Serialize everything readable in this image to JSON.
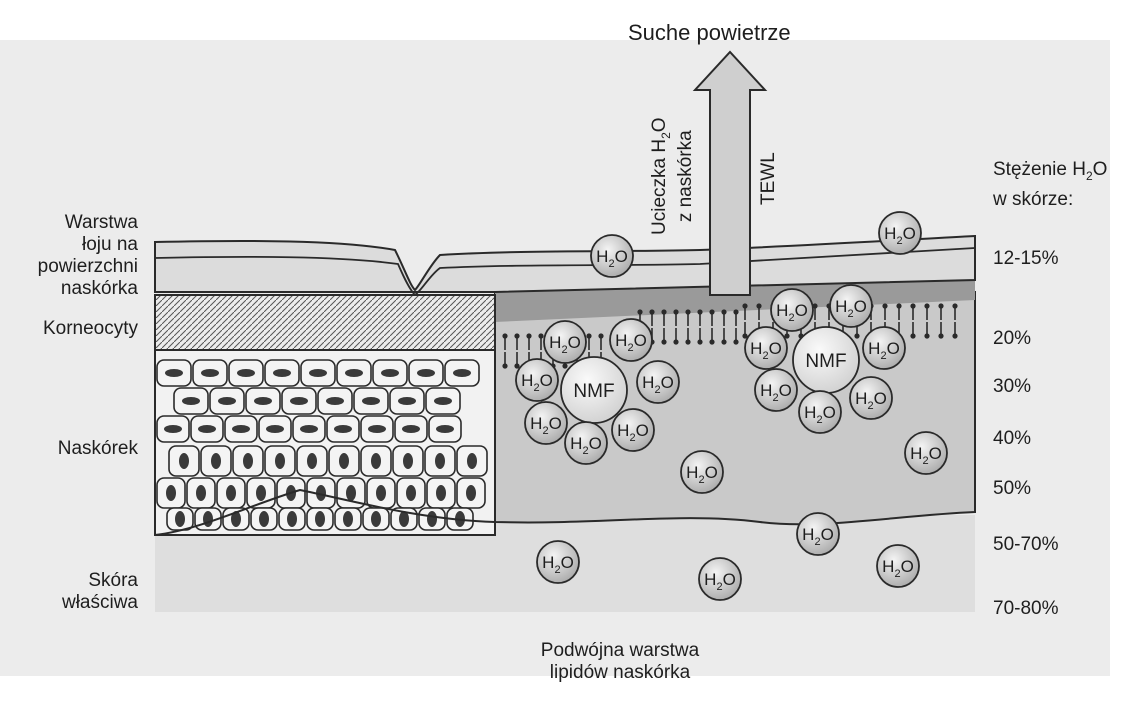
{
  "top_label": "Suche powietrze",
  "escape_label_line1_prefix": "Ucieczka H",
  "escape_label_line1_sub": "2",
  "escape_label_line1_suffix": "O",
  "escape_label_line2": "z naskórka",
  "tewl_label": "TEWL",
  "left_labels": {
    "sebum_line1": "Warstwa",
    "sebum_line2": "łoju na",
    "sebum_line3": "powierzchni",
    "sebum_line4": "naskórka",
    "corneocytes": "Korneocyty",
    "epidermis": "Naskórek",
    "dermis_line1": "Skóra",
    "dermis_line2": "właściwa"
  },
  "concentration_header": {
    "line1_prefix": "Stężenie H",
    "line1_sub": "2",
    "line1_suffix": "O",
    "line2": "w skórze:"
  },
  "concentration_values": [
    "12-15%",
    "20%",
    "30%",
    "40%",
    "50%",
    "50-70%",
    "70-80%"
  ],
  "bottom_label_line1": "Podwójna warstwa",
  "bottom_label_line2": "lipidów naskórka",
  "molecule_label": {
    "base": "H",
    "sub": "2",
    "suffix": "O"
  },
  "nmf_label": "NMF",
  "colors": {
    "background": "#ffffff",
    "panel": "#e9e9e9",
    "sebum_band": "#d9d9d9",
    "lipid_band": "#9a9a9a",
    "stratum_corneum": "#bdbdbd",
    "epidermis": "#cfcfcf",
    "dermis": "#dedede",
    "arrow": "#cdcdcd",
    "molecule": "#d2d2d2",
    "outline": "#2a2a2a"
  }
}
